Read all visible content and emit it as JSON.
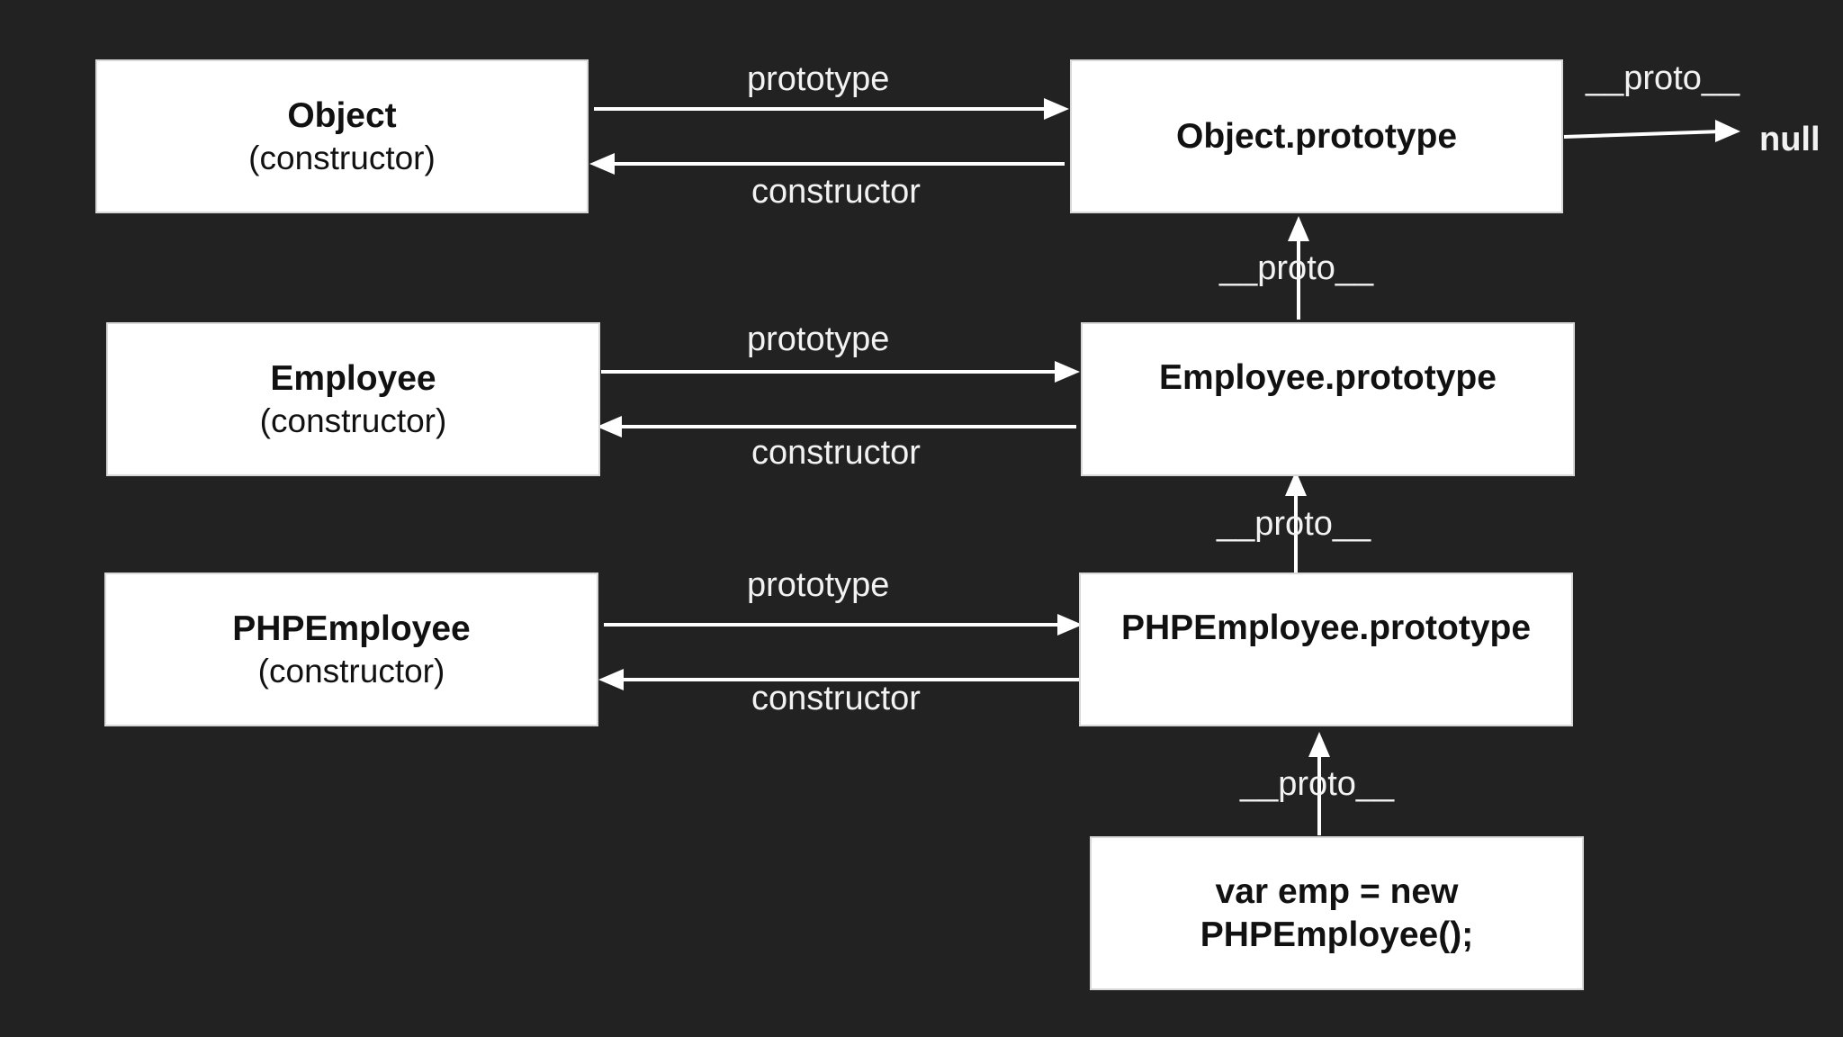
{
  "colors": {
    "background": "#222222",
    "box_fill": "#ffffff",
    "box_text": "#111111",
    "arrow": "#ffffff",
    "label": "#f2f2f2"
  },
  "nodes": {
    "object_ctor": {
      "name": "Object",
      "sub": "(constructor)"
    },
    "object_proto": {
      "name": "Object.prototype"
    },
    "employee_ctor": {
      "name": "Employee",
      "sub": "(constructor)"
    },
    "employee_proto": {
      "name": "Employee.prototype"
    },
    "php_ctor": {
      "name": "PHPEmployee",
      "sub": "(constructor)"
    },
    "php_proto": {
      "name": "PHPEmployee.prototype"
    },
    "instance": {
      "line1": "var emp = new",
      "line2": "PHPEmployee();"
    },
    "null": {
      "name": "null"
    }
  },
  "edges": {
    "prototype_label": "prototype",
    "constructor_label": "constructor",
    "proto_label": "__proto__"
  }
}
